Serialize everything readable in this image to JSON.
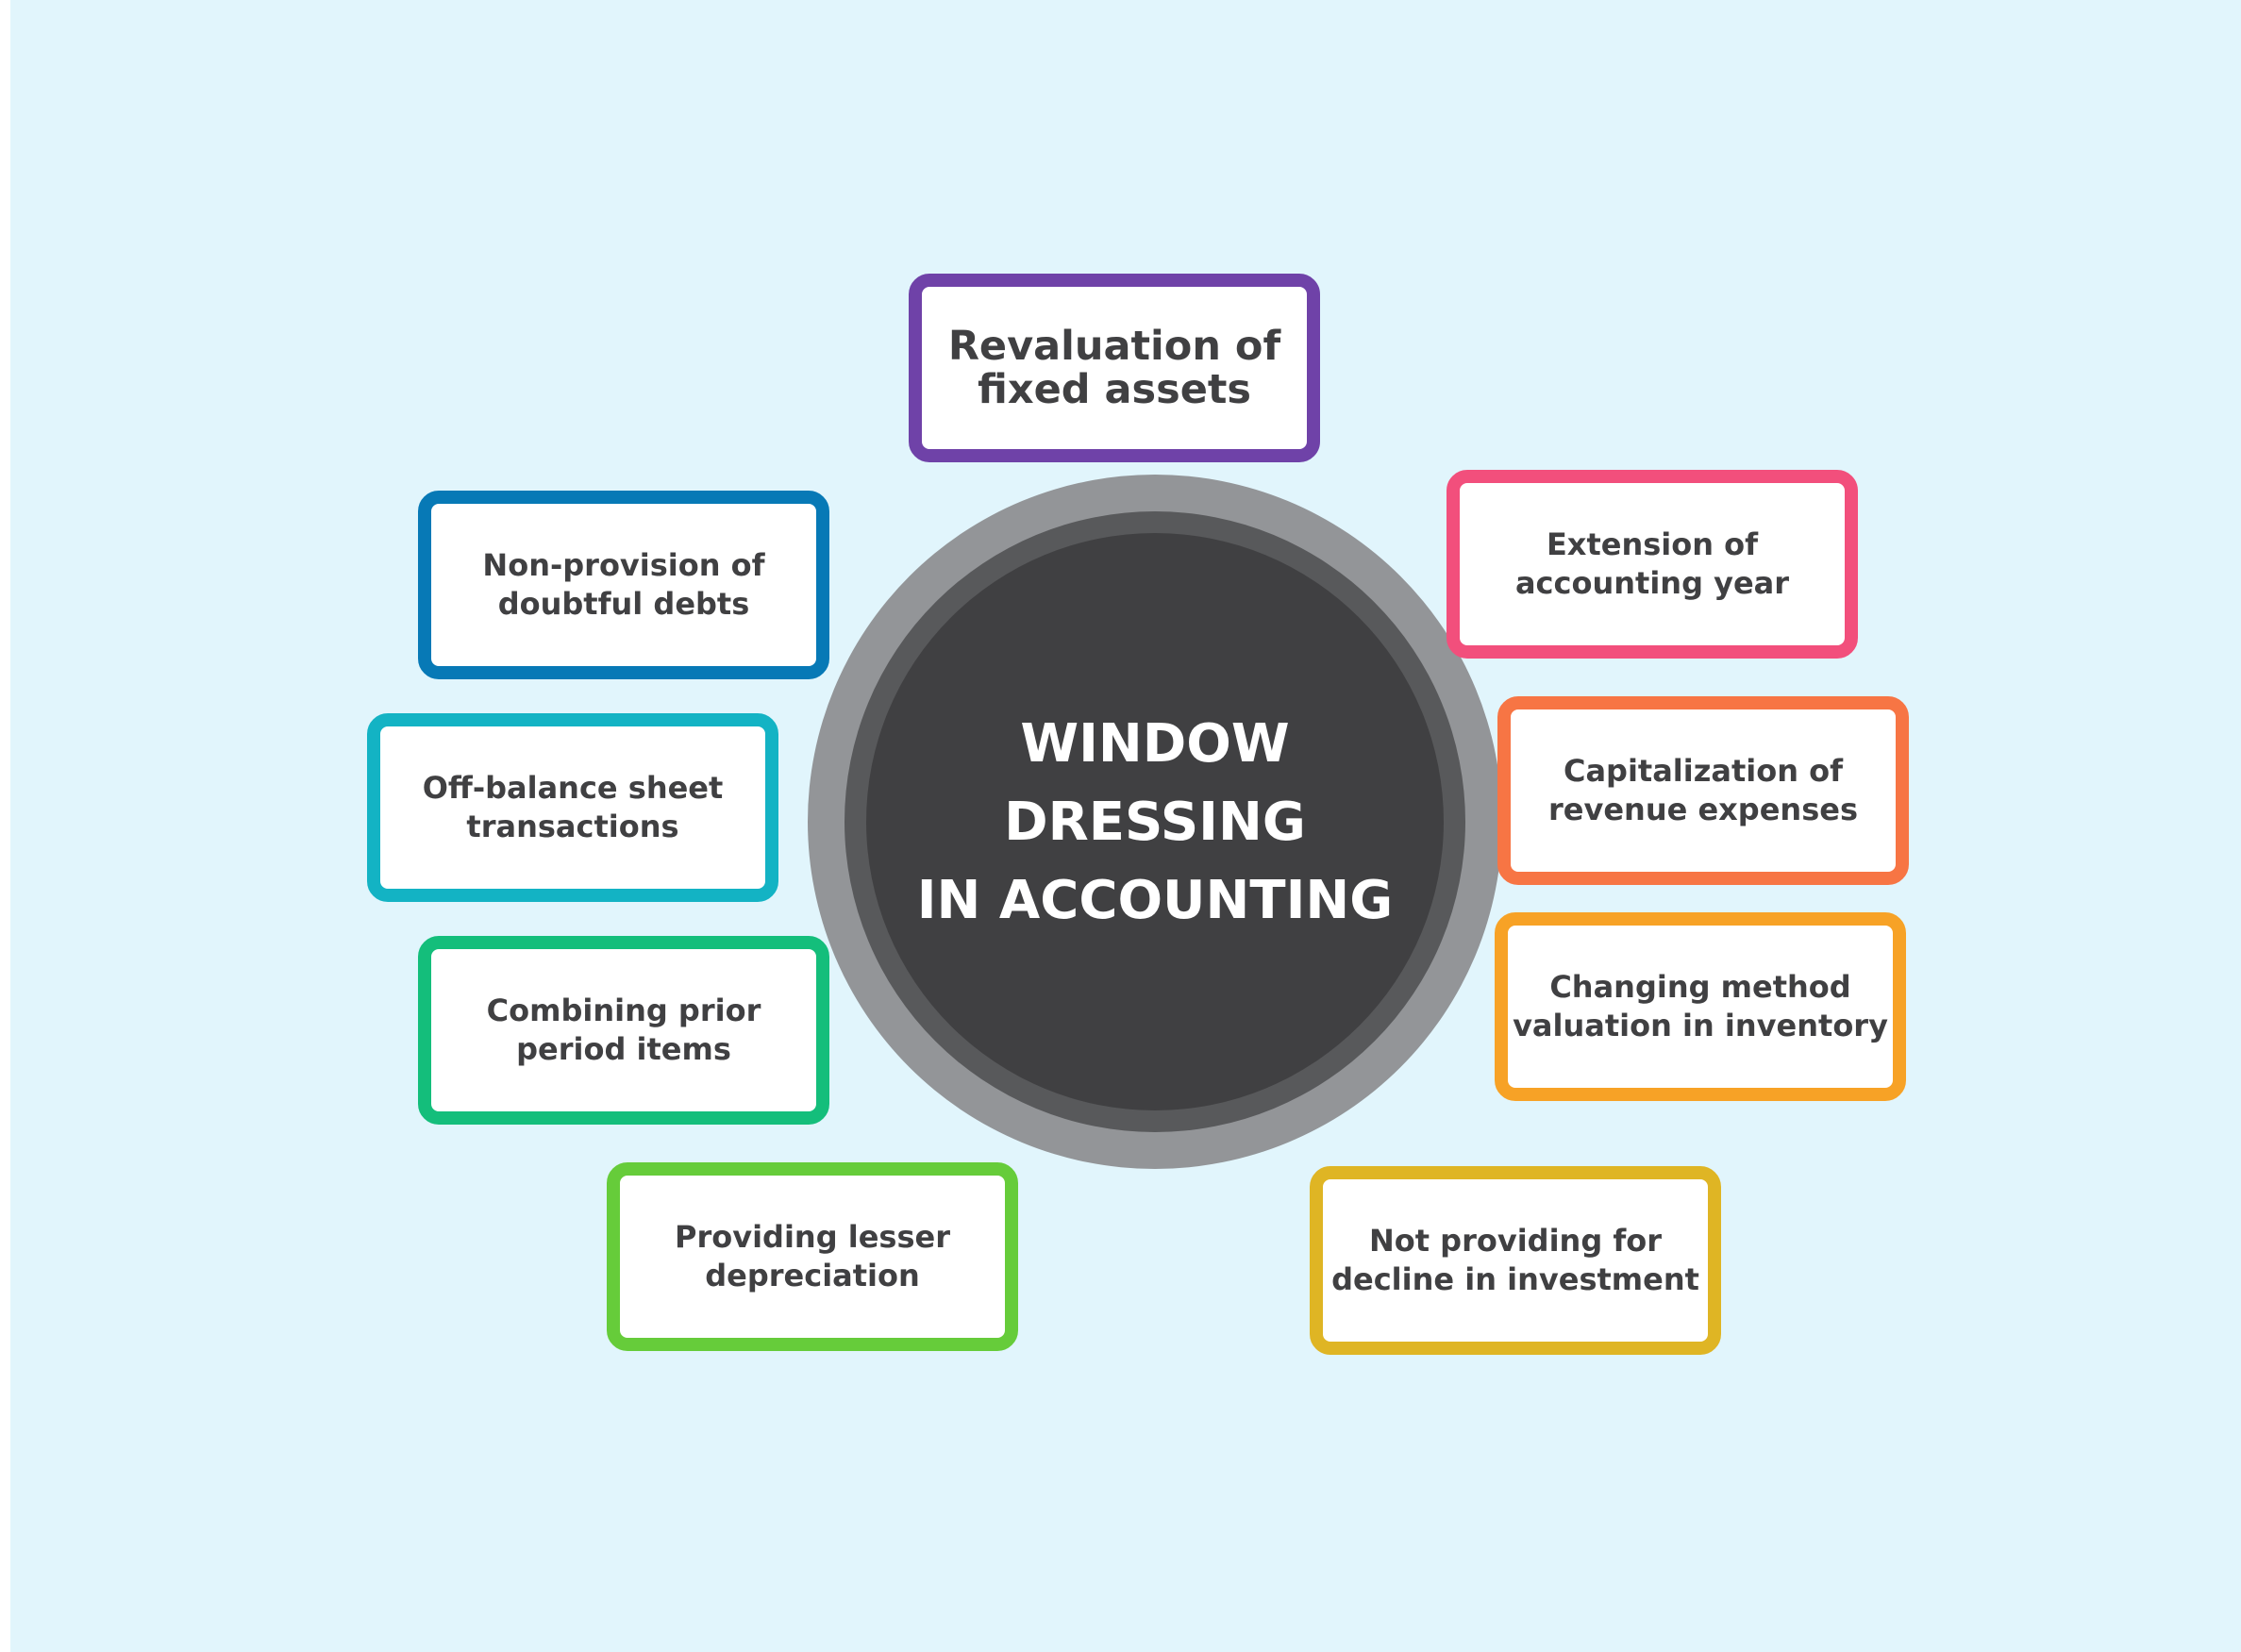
{
  "center": {
    "lines": [
      "WINDOW",
      "DRESSING",
      "IN ACCOUNTING"
    ]
  },
  "nodes": [
    {
      "id": "revaluation-of-fixed-assets",
      "lines": [
        "Revaluation of",
        "fixed assets"
      ],
      "color": "#6f42a8"
    },
    {
      "id": "extension-of-accounting-year",
      "lines": [
        "Extension of",
        "accounting year"
      ],
      "color": "#f24f7c"
    },
    {
      "id": "capitalization-of-revenue-expenses",
      "lines": [
        "Capitalization of",
        "revenue expenses"
      ],
      "color": "#f77544"
    },
    {
      "id": "changing-method-valuation-in-inventory",
      "lines": [
        "Changing method",
        "valuation in inventory"
      ],
      "color": "#f7a226"
    },
    {
      "id": "not-providing-for-decline-in-investment",
      "lines": [
        "Not providing for",
        "decline in investment"
      ],
      "color": "#dfb524"
    },
    {
      "id": "providing-lesser-depreciation",
      "lines": [
        "Providing lesser",
        "depreciation"
      ],
      "color": "#66cc3a"
    },
    {
      "id": "combining-prior-period-items",
      "lines": [
        "Combining prior",
        "period items"
      ],
      "color": "#14be7b"
    },
    {
      "id": "off-balance-sheet-transactions",
      "lines": [
        "Off-balance sheet",
        "transactions"
      ],
      "color": "#13b3c4"
    },
    {
      "id": "non-provision-of-doubtful-debts",
      "lines": [
        "Non-provision of",
        "doubtful debts"
      ],
      "color": "#0779b6"
    }
  ]
}
